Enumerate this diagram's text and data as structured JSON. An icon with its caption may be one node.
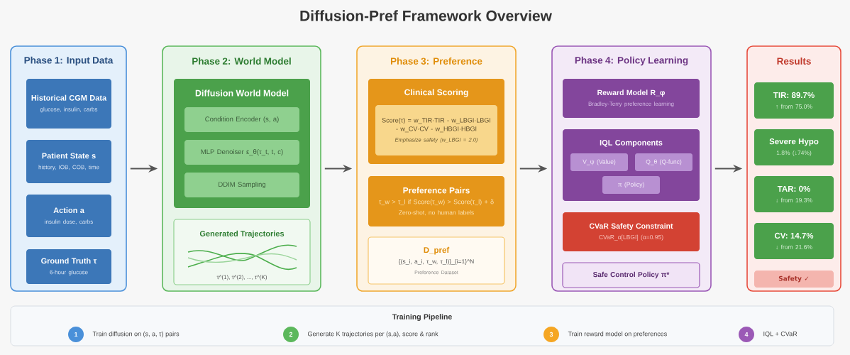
{
  "diagram": {
    "title": "Diffusion-Pref Framework Overview",
    "nodes": [
      {
        "text": [
          "Phase 1: Input Data"
        ]
      },
      {
        "text": [
          "Historical CGM Data",
          "glucose, insulin, carbs"
        ],
        "in": 0
      },
      {
        "text": [
          "Patient State s",
          "history, IOB, COB, time"
        ],
        "in": 0
      },
      {
        "text": [
          "Action a",
          "insulin dose, carbs"
        ],
        "in": 0
      },
      {
        "text": [
          "Ground Truth τ",
          "6-hour glucose"
        ],
        "in": 0
      },
      {
        "text": [
          "Phase 2: World Model"
        ]
      },
      {
        "text": [
          "Diffusion World Model"
        ],
        "in": 5
      },
      {
        "text": [
          "Condition Encoder (s, a)"
        ],
        "in": 6
      },
      {
        "text": [
          "MLP Denoiser ε_θ(τ_t, t, c)"
        ],
        "in": 6
      },
      {
        "text": [
          "DDIM Sampling"
        ],
        "in": 6
      },
      {
        "text": [
          "Generated Trajectories",
          "τ^(1), τ^(2), ..., τ^(K)"
        ],
        "in": 5
      },
      {
        "text": [
          "Phase 3: Preference"
        ]
      },
      {
        "text": [
          "Clinical Scoring"
        ],
        "in": 11
      },
      {
        "text": [
          "Score(τ) = w_TIR·TIR - w_LBGI·LBGI - w_CV·CV - w_HBGI·HBGI",
          "Emphasize safety (w_LBGI = 2.0)"
        ],
        "in": 12
      },
      {
        "text": [
          "Preference Pairs",
          "τ_w > τ_l if Score(τ_w) > Score(τ_l) + δ",
          "Zero-shot, no human labels"
        ],
        "in": 11
      },
      {
        "text": [
          "D_pref",
          "{(s_i, a_i, τ_w, τ_l)}_{i=1}^N",
          "Preference Dataset"
        ],
        "in": 11
      },
      {
        "text": [
          "Phase 4: Policy Learning"
        ]
      },
      {
        "text": [
          "Reward Model R_φ",
          "Bradley-Terry preference learning"
        ],
        "in": 16
      },
      {
        "text": [
          "IQL Components"
        ],
        "in": 16
      },
      {
        "text": [
          "V_ψ (Value)"
        ],
        "in": 18
      },
      {
        "text": [
          "Q_θ (Q-func)"
        ],
        "in": 18
      },
      {
        "text": [
          "π (Policy)"
        ],
        "in": 18
      },
      {
        "text": [
          "CVaR Safety Constraint",
          "CVaR_α[LBGI] (α=0.95)"
        ],
        "in": 16
      },
      {
        "text": [
          "Safe Control Policy π*"
        ],
        "in": 16
      },
      {
        "text": [
          "Results"
        ]
      },
      {
        "text": [
          "TIR: 89.7%",
          "↑ from 75.0%"
        ],
        "in": 24
      },
      {
        "text": [
          "Severe Hypo",
          "1.8% (↓74%)"
        ],
        "in": 24
      },
      {
        "text": [
          "TAR: 0%",
          "↓ from 19.3%"
        ],
        "in": 24
      },
      {
        "text": [
          "CV: 14.7%",
          "↓ from 21.6%"
        ],
        "in": 24
      },
      {
        "text": [
          "Safety ✓"
        ],
        "in": 24
      },
      {
        "text": [
          "Training Pipeline"
        ]
      },
      {
        "text": [
          "1"
        ],
        "in": 30,
        "beside": [
          "Train diffusion on (s, a, τ) pairs"
        ]
      },
      {
        "text": [
          "2"
        ],
        "in": 30,
        "beside": [
          "Generate K trajectories per (s,a), score & rank"
        ]
      },
      {
        "text": [
          "3"
        ],
        "in": 30,
        "beside": [
          "Train reward model on preferences"
        ]
      },
      {
        "text": [
          "4"
        ],
        "in": 30,
        "beside": [
          "IQL + CVaR"
        ]
      }
    ],
    "edges": [
      {
        "from": 0,
        "to": 5,
        "arrow": "to"
      },
      {
        "from": 5,
        "to": 11,
        "arrow": "to"
      },
      {
        "from": 11,
        "to": 16,
        "arrow": "to"
      },
      {
        "from": 16,
        "to": 24,
        "arrow": "to"
      }
    ]
  }
}
